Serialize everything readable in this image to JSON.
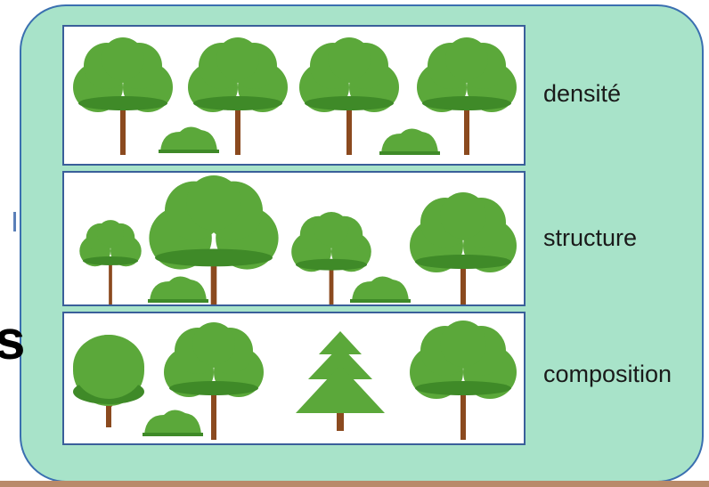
{
  "rows": [
    {
      "label": "densité"
    },
    {
      "label": "structure"
    },
    {
      "label": "composition"
    }
  ],
  "partial_glyph": "s",
  "colors": {
    "background": "#a8e3c9",
    "border": "#3a6fb0",
    "foliage": "#5ba83a",
    "foliage_shadow": "#3f8a28",
    "trunk": "#8b4a1f"
  },
  "icons": {
    "broadleaf": "broadleaf-tree-icon",
    "oval": "oval-tree-icon",
    "conifer": "conifer-tree-icon",
    "shrub": "shrub-icon"
  }
}
